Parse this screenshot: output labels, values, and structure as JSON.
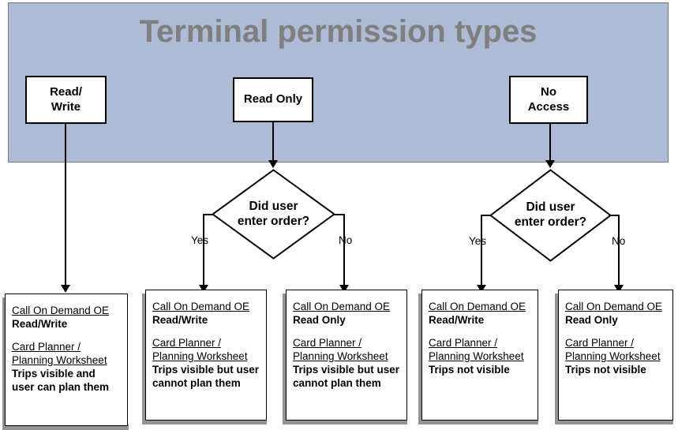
{
  "diagram": {
    "title": "Terminal permission types",
    "title_color": "#7f7f7f",
    "band_color": "#adbcd4"
  },
  "permission_boxes": [
    {
      "id": "read-write",
      "label": "Read/\nWrite"
    },
    {
      "id": "read-only",
      "label": "Read Only"
    },
    {
      "id": "no-access",
      "label": "No\nAccess"
    }
  ],
  "decisions": [
    {
      "id": "decision-read-only",
      "question_line1": "Did user",
      "question_line2": "enter order?",
      "yes_label": "Yes",
      "no_label": "No"
    },
    {
      "id": "decision-no-access",
      "question_line1": "Did user",
      "question_line2": "enter order?",
      "yes_label": "Yes",
      "no_label": "No"
    }
  ],
  "results": [
    {
      "id": "result-rw",
      "groups": [
        {
          "label": "Call On Demand OE",
          "value": "Read/Write"
        },
        {
          "label": "Card Planner /\nPlanning Worksheet",
          "value": "Trips visible and user can plan them"
        }
      ]
    },
    {
      "id": "result-ro-yes",
      "groups": [
        {
          "label": "Call On Demand OE",
          "value": "Read/Write"
        },
        {
          "label": "Card Planner /\nPlanning Worksheet",
          "value": "Trips visible but user cannot plan them"
        }
      ]
    },
    {
      "id": "result-ro-no",
      "groups": [
        {
          "label": "Call On Demand OE",
          "value": "Read Only"
        },
        {
          "label": "Card Planner /\nPlanning Worksheet",
          "value": "Trips visible but user cannot plan them"
        }
      ]
    },
    {
      "id": "result-na-yes",
      "groups": [
        {
          "label": "Call On Demand OE",
          "value": "Read/Write"
        },
        {
          "label": "Card Planner / Planning Worksheet",
          "value": "Trips not visible"
        }
      ]
    },
    {
      "id": "result-na-no",
      "groups": [
        {
          "label": "Call On Demand OE",
          "value": "Read Only"
        },
        {
          "label": "Card Planner / Planning Worksheet",
          "value": "Trips not visible"
        }
      ]
    }
  ]
}
